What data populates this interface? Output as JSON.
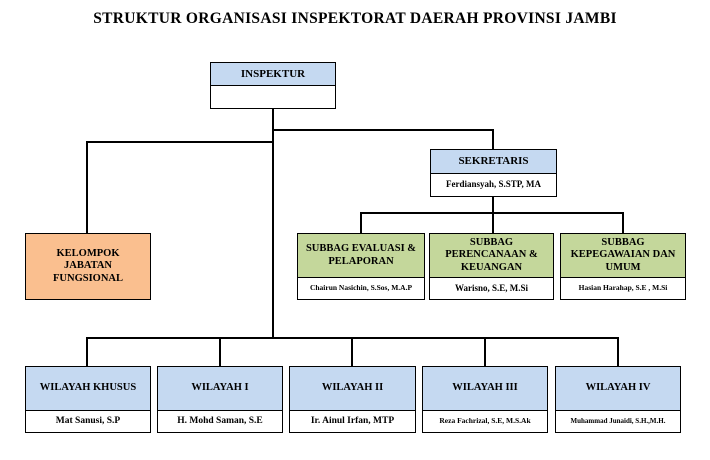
{
  "title": "STRUKTUR ORGANISASI INSPEKTORAT DAERAH PROVINSI JAMBI",
  "colors": {
    "blue": "#c5d9f1",
    "green": "#c4d79b",
    "orange": "#fabf8f",
    "line": "#000000"
  },
  "inspektur": {
    "label": "INSPEKTUR",
    "holder": ""
  },
  "sekretaris": {
    "label": "SEKRETARIS",
    "holder": "Ferdiansyah, S.STP, MA"
  },
  "fungsional": {
    "label": "KELOMPOK JABATAN FUNGSIONAL"
  },
  "subbag": [
    {
      "label": "SUBBAG EVALUASI & PELAPORAN",
      "holder": "Chairun Nasichin, S.Sos, M.A.P"
    },
    {
      "label": "SUBBAG PERENCANAAN & KEUANGAN",
      "holder": "Warisno, S.E, M.Si"
    },
    {
      "label": "SUBBAG KEPEGAWAIAN DAN UMUM",
      "holder": "Hasian Harahap, S.E , M.Si"
    }
  ],
  "wilayah": [
    {
      "label": "WILAYAH KHUSUS",
      "holder": "Mat Sanusi, S.P"
    },
    {
      "label": "WILAYAH I",
      "holder": "H. Mohd Saman, S.E"
    },
    {
      "label": "WILAYAH II",
      "holder": "Ir. Ainul Irfan, MTP"
    },
    {
      "label": "WILAYAH III",
      "holder": "Reza Fachrizal, S.E, M.S.Ak"
    },
    {
      "label": "WILAYAH IV",
      "holder": "Muhammad Junaidi, S.H.,M.H."
    }
  ]
}
